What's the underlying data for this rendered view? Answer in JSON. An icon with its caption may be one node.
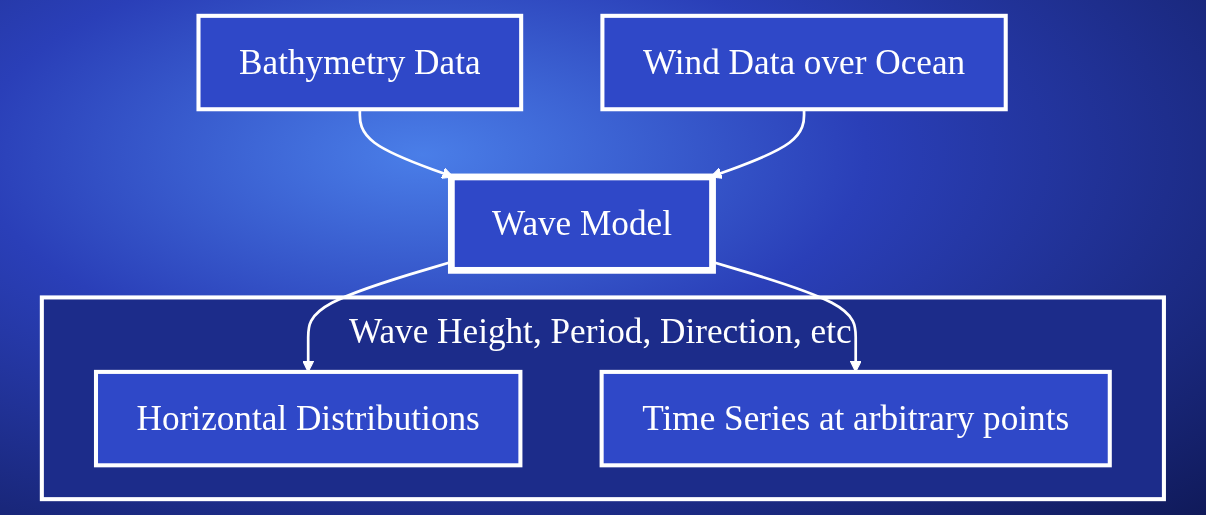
{
  "diagram": {
    "nodes": [
      {
        "text": [
          "Bathymetry Data"
        ]
      },
      {
        "text": [
          "Wind Data over Ocean"
        ]
      },
      {
        "text": [
          "Wave Model"
        ]
      },
      {
        "text": [
          "Wave Height, Period, Direction, etc"
        ]
      },
      {
        "text": [
          "Horizontal Distributions"
        ],
        "in": 3
      },
      {
        "text": [
          "Time Series at arbitrary points"
        ],
        "in": 3
      }
    ],
    "edges": [
      {
        "from": 0,
        "to": 2,
        "arrow": "to"
      },
      {
        "from": 1,
        "to": 2,
        "arrow": "to"
      },
      {
        "from": 2,
        "to": 4,
        "arrow": "to"
      },
      {
        "from": 2,
        "to": 5,
        "arrow": "to"
      }
    ]
  }
}
